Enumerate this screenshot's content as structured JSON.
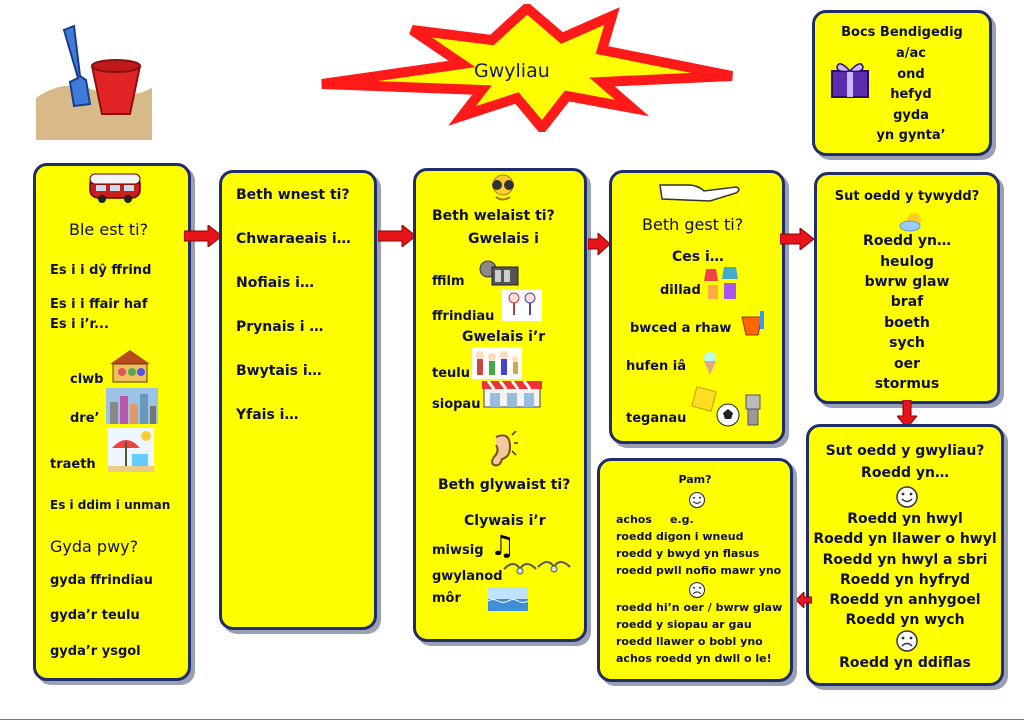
{
  "title": "Gwyliau",
  "bocs": {
    "heading": "Bocs Bendigedig",
    "words": [
      "a/ac",
      "ond",
      "hefyd",
      "gyda",
      "yn gynta’"
    ]
  },
  "col1": {
    "question": "Ble est ti?",
    "l1": "Es i i dŷ ffrind",
    "l2": "Es i i ffair haf",
    "l3": "Es i i’r...",
    "clwb": "clwb",
    "dre": "dre’",
    "traeth": "traeth",
    "nowhere": "Es i ddim i unman",
    "question2": "Gyda pwy?",
    "g1": "gyda ffrindiau",
    "g2": "gyda’r teulu",
    "g3": "gyda’r ysgol"
  },
  "col2": {
    "question": "Beth wnest ti?",
    "items": [
      "Chwaraeais i…",
      "Nofiais i…",
      "Prynais i …",
      "Bwytais i…",
      "Yfais i…"
    ]
  },
  "col3": {
    "question": "Beth welaist ti?",
    "gwelais": "Gwelais i",
    "ffilm": "ffilm",
    "ffrindiau": "ffrindiau",
    "gwelaisr": "Gwelais i’r",
    "teulu": "teulu",
    "siopau": "siopau",
    "question2": "Beth glywaist ti?",
    "clywais": "Clywais i’r",
    "miwsig": "miwsig",
    "gwylanod": "gwylanod",
    "mor": "môr"
  },
  "col4": {
    "question": "Beth gest ti?",
    "ces": "Ces i…",
    "dillad": "dillad",
    "bwced": "bwced a rhaw",
    "hufen": "hufen iâ",
    "teganau": "teganau"
  },
  "weather": {
    "question": "Sut oedd y tywydd?",
    "roedd": "Roedd yn…",
    "words": [
      "heulog",
      "bwrw glaw",
      "braf",
      "boeth",
      "sych",
      "oer",
      "stormus"
    ]
  },
  "holiday": {
    "question": "Sut oedd y gwyliau?",
    "roedd": "Roedd yn…",
    "good": [
      "Roedd yn hwyl",
      "Roedd yn llawer o hwyl",
      "Roedd yn hwyl a sbri",
      "Roedd yn hyfryd",
      "Roedd yn anhygoel",
      "Roedd yn wych"
    ],
    "bad": "Roedd yn ddiflas"
  },
  "pam": {
    "heading": "Pam?",
    "achos": "achos",
    "eg": "e.g.",
    "good": [
      "roedd digon i wneud",
      "roedd y bwyd yn flasus",
      "roedd pwll nofio mawr yno"
    ],
    "bad": [
      "roedd hi’n oer / bwrw glaw",
      "roedd y siopau ar gau",
      "roedd llawer o bobl yno",
      "achos roedd yn dwll o le!"
    ]
  },
  "colors": {
    "panel": "#ffff00",
    "border": "#1f2d6b",
    "arrow": "#e8141c",
    "star": "#ff1a1a"
  }
}
